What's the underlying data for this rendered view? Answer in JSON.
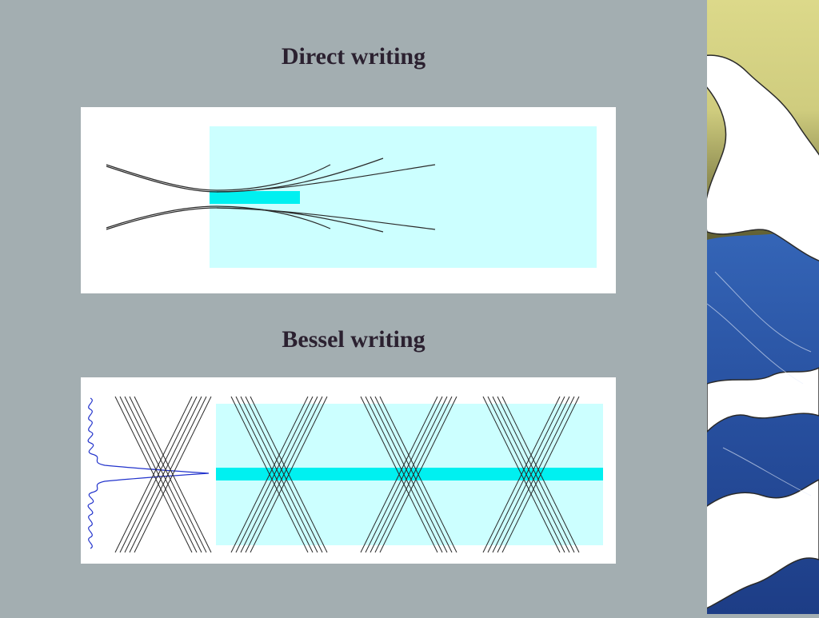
{
  "slide": {
    "title_direct": "Direct writing",
    "title_bessel": "Bessel writing"
  },
  "colors": {
    "background": "#a3aeb1",
    "panel": "#ffffff",
    "medium": "#ccffff",
    "written_line": "#00f0f0",
    "beam_lines": "#2a2a2a",
    "bessel_profile": "#2233cc",
    "wave_sky_top": "#dcd98a",
    "wave_sky_bottom": "#6b6a3a",
    "wave_water": "#2c5bb0",
    "wave_foam": "#ffffff"
  },
  "decoration": {
    "right_strip": "great-wave-illustration"
  }
}
